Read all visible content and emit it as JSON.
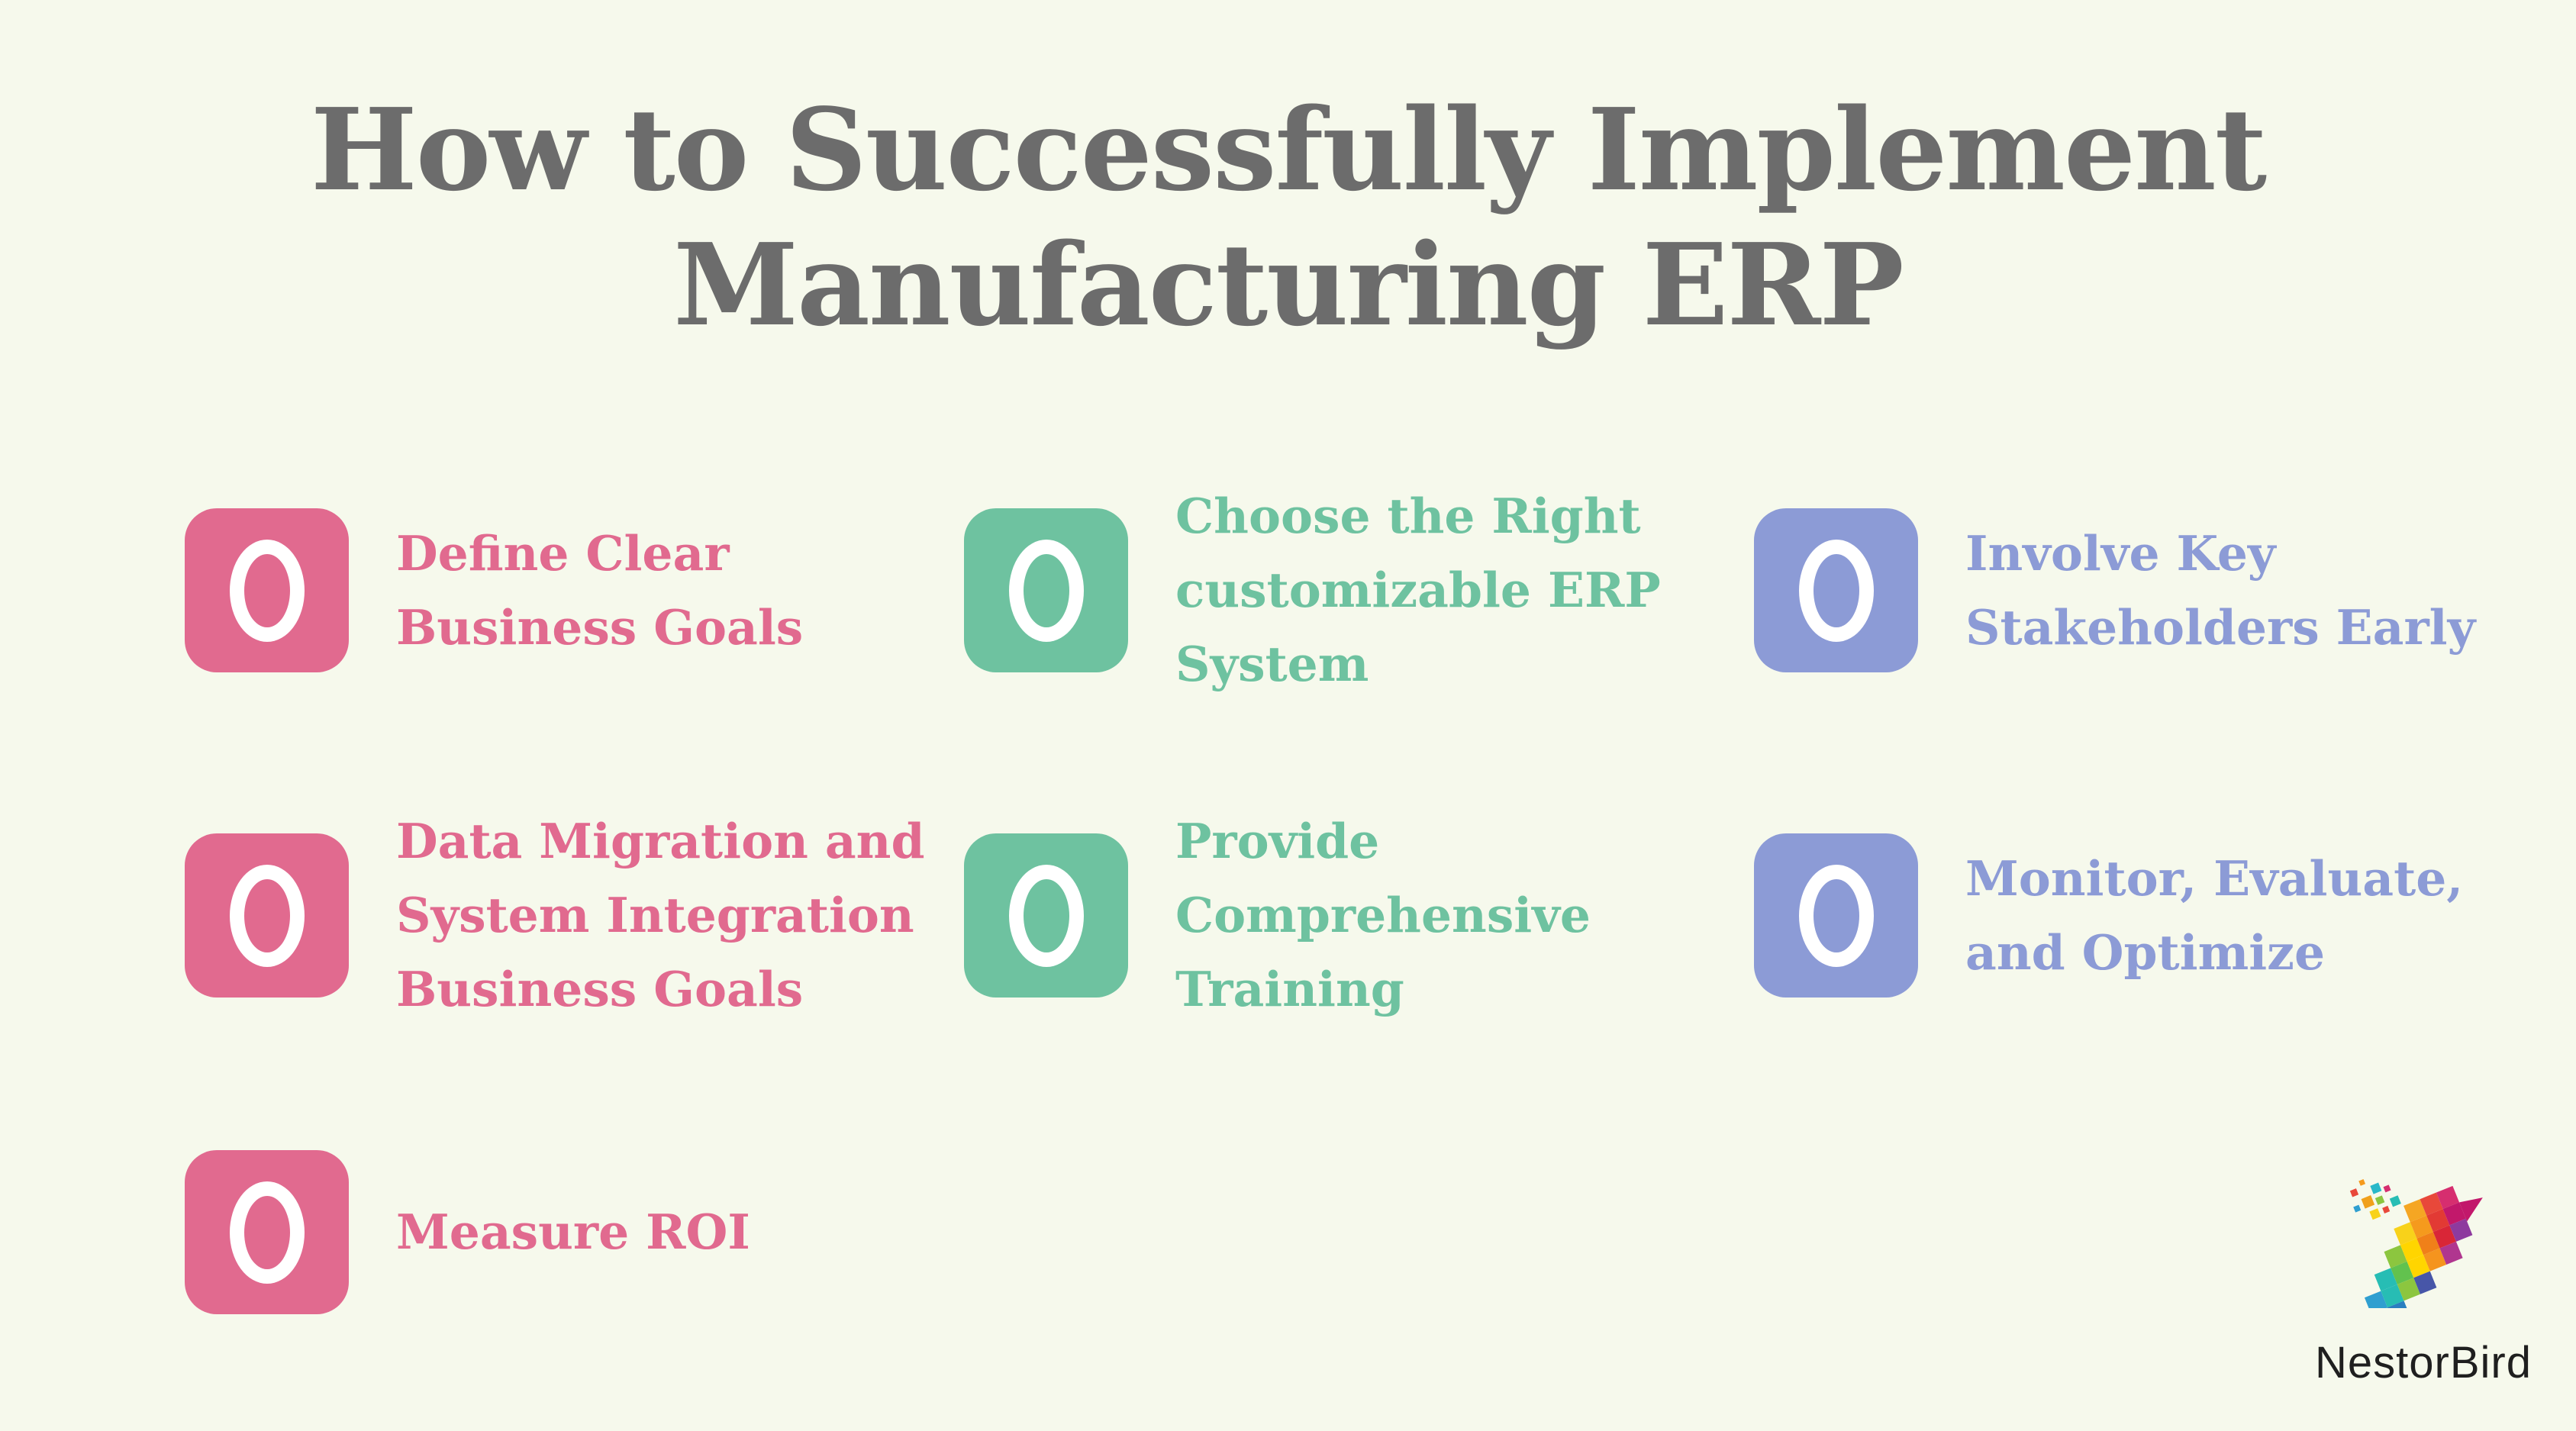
{
  "title": {
    "line1": "How to Successfully Implement",
    "line2": "Manufacturing ERP",
    "full": "How to Successfully Implement Manufacturing ERP"
  },
  "colors": {
    "background": "#f6f9ec",
    "title_text": "#6c6c6c",
    "pink": "#e16a8f",
    "green": "#6ec2a0",
    "periwinkle": "#8c9bd6",
    "ring": "#ffffff",
    "wordmark_text": "#1f1f1f"
  },
  "icons": {
    "step_marker": "circle-outline-in-rounded-square",
    "brand_logo": "pixel-mosaic-bird"
  },
  "items": [
    {
      "label": "Define Clear Business Goals",
      "lines": [
        "Define Clear",
        "Business Goals"
      ],
      "color": "#e16a8f"
    },
    {
      "label": "Choose the Right customizable ERP System",
      "lines": [
        "Choose the Right",
        "customizable ERP",
        "System"
      ],
      "color": "#6ec2a0"
    },
    {
      "label": "Involve Key Stakeholders Early",
      "lines": [
        "Involve Key",
        "Stakeholders Early"
      ],
      "color": "#8c9bd6"
    },
    {
      "label": "Data Migration and System Integration Business Goals",
      "lines": [
        "Data Migration and",
        "System Integration",
        "Business Goals"
      ],
      "color": "#e16a8f"
    },
    {
      "label": "Provide Comprehensive Training",
      "lines": [
        "Provide",
        "Comprehensive",
        "Training"
      ],
      "color": "#6ec2a0"
    },
    {
      "label": "Monitor, Evaluate, and Optimize",
      "lines": [
        "Monitor, Evaluate,",
        "and Optimize"
      ],
      "color": "#8c9bd6"
    },
    {
      "label": "Measure ROI",
      "lines": [
        "Measure ROI"
      ],
      "color": "#e16a8f"
    }
  ],
  "branding": {
    "wordmark": "NestorBird"
  }
}
